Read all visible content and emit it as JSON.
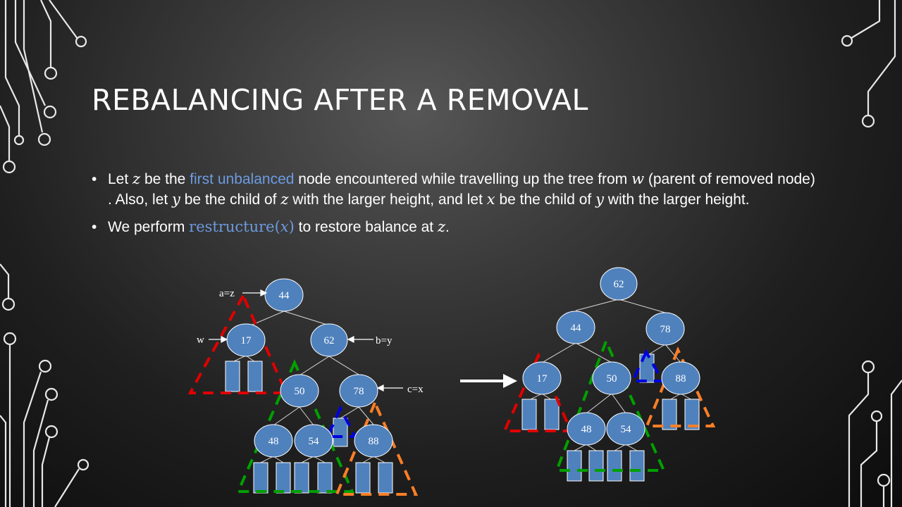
{
  "slide": {
    "title": "REBALANCING AFTER A REMOVAL",
    "bullet1": {
      "t1": "Let ",
      "v_z": "z",
      "t2": " be the ",
      "hl": "first unbalanced",
      "t3": " node encountered while travelling up the tree from ",
      "v_w": "w",
      "t4": " (parent of removed node) . Also, let ",
      "v_y": "y",
      "t5": " be the child of ",
      "v_z2": "z",
      "t6": " with the larger height, and let ",
      "v_x": "x",
      "t7": " be the child of ",
      "v_y2": "y",
      "t8": " with the larger height."
    },
    "bullet2": {
      "t1": "We perform ",
      "fn": "restructure(",
      "fn_var": "x",
      "fn_close": ")",
      "t2": " to restore balance at ",
      "v_z": "z",
      "t3": "."
    }
  },
  "colors": {
    "node_fill": "#4f81bd",
    "red": "#e00000",
    "green": "#00a000",
    "blue": "#0000e0",
    "orange": "#ff7f27"
  },
  "before_tree": {
    "nodes": [
      "44",
      "17",
      "62",
      "50",
      "78",
      "48",
      "54",
      "88"
    ],
    "labels": [
      "a=z",
      "w",
      "b=y",
      "c=x"
    ]
  },
  "after_tree": {
    "nodes": [
      "62",
      "44",
      "78",
      "17",
      "50",
      "88",
      "48",
      "54"
    ]
  }
}
